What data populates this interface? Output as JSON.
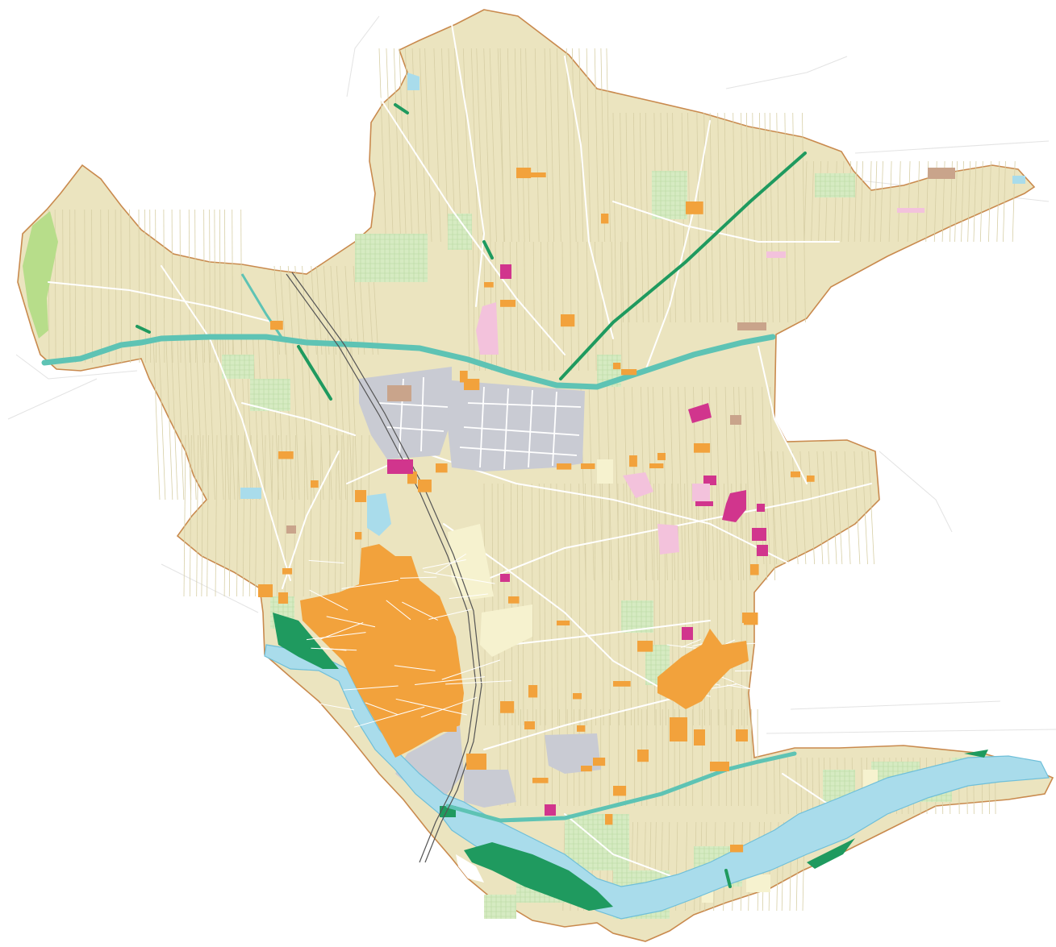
{
  "map": {
    "colors": {
      "background": "#ffffff",
      "territory_fill": "#ebe4bf",
      "territory_border": "#c98a4e",
      "parcel_lines": "#d7cfa6",
      "roads": "#ffffff",
      "river": "#a9dceb",
      "river_edge": "#6fbfd9",
      "canal": "#5ec3b4",
      "green_dark": "#1f9a5f",
      "green_meadow": "#b7dd8a",
      "green_hatched": "#d6ebc2",
      "urban_residential": "#f2a23c",
      "industrial": "#c9cbd3",
      "special_magenta": "#d1358d",
      "special_pink": "#f3c2dc",
      "pale_yellow": "#f6f2cf",
      "railway": "#555555",
      "brown_plot": "#c9a48b"
    },
    "layers": [
      "municipal-territory",
      "agricultural-parcels",
      "road-network",
      "river",
      "canal",
      "railway",
      "main-town",
      "secondary-village",
      "industrial-zones",
      "special-use-zones",
      "green-areas"
    ],
    "icons": [
      "railway-line",
      "river-water",
      "canal-water"
    ]
  }
}
